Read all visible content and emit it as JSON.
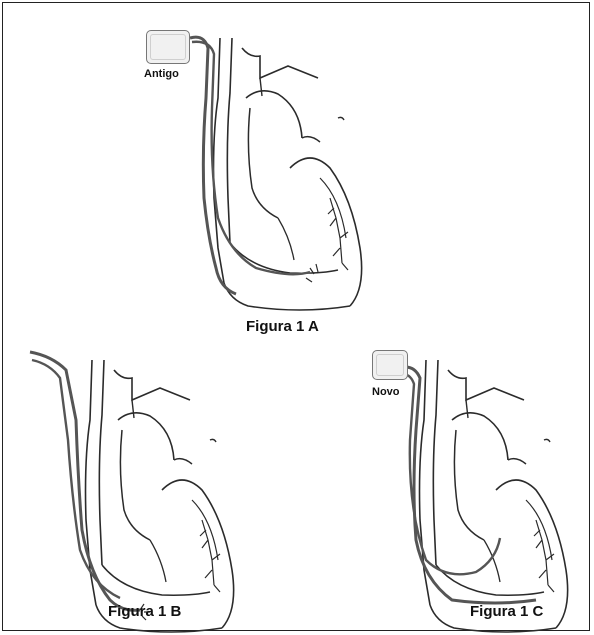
{
  "figures": [
    {
      "id": "A",
      "caption": "Figura 1 A",
      "device_label": "Antigo"
    },
    {
      "id": "B",
      "caption": "Figura 1 B"
    },
    {
      "id": "C",
      "caption": "Figura 1 C",
      "device_label": "Novo"
    }
  ],
  "colors": {
    "line": "#2b2b2b",
    "lead": "#555555",
    "frame": "#222222",
    "background": "#ffffff"
  }
}
